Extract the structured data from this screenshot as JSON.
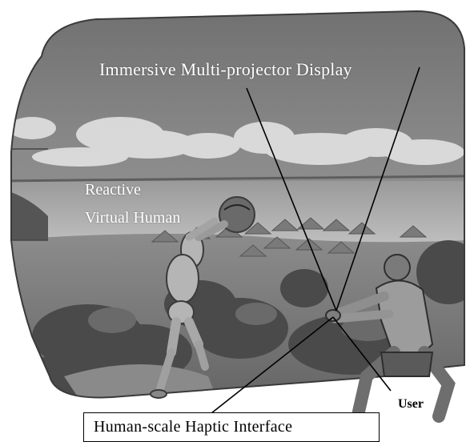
{
  "labels": {
    "display": "Immersive Multi-projector Display",
    "virtual_human_line1": "Reactive",
    "virtual_human_line2": "Virtual Human",
    "user": "User",
    "haptic_interface": "Human-scale Haptic Interface"
  }
}
